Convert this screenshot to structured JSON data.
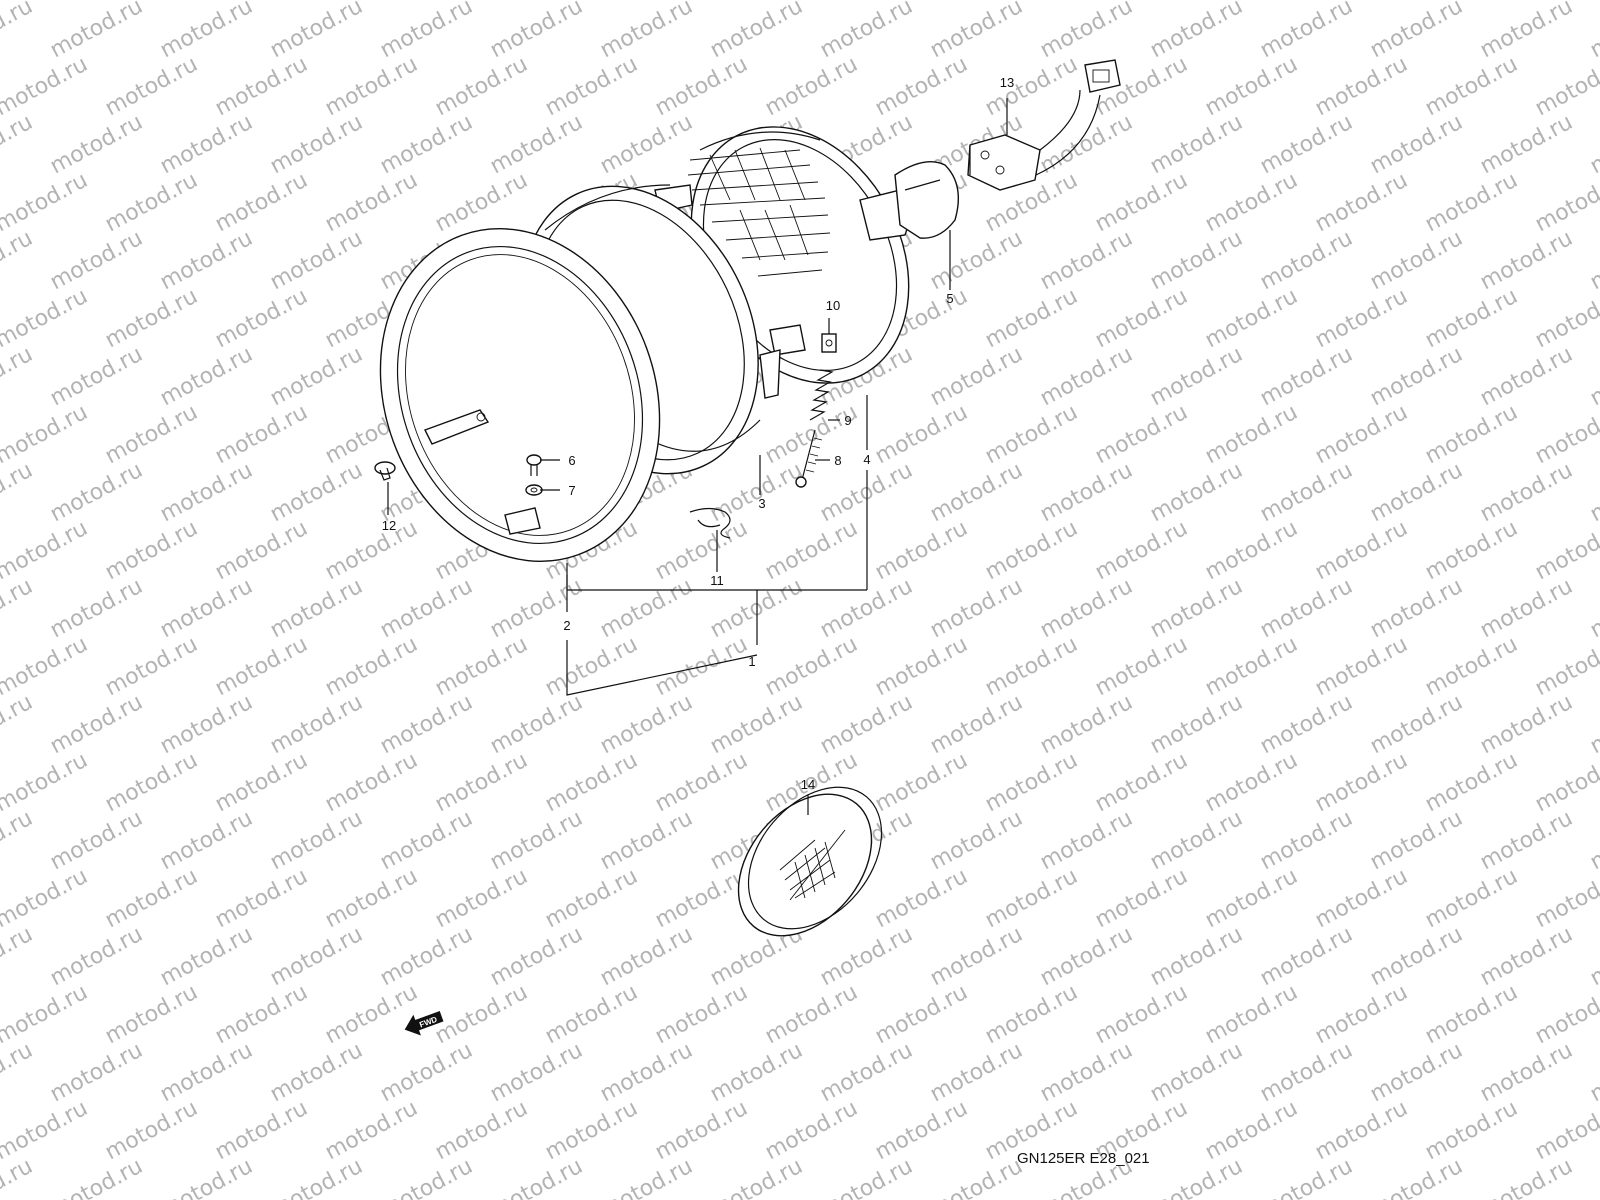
{
  "diagram": {
    "watermark_text": "motod.ru",
    "diagram_code": "GN125ER E28_021",
    "direction_arrow_label": "FWD",
    "callouts": [
      {
        "id": "part-1",
        "label": "1"
      },
      {
        "id": "part-2",
        "label": "2"
      },
      {
        "id": "part-3",
        "label": "3"
      },
      {
        "id": "part-4",
        "label": "4"
      },
      {
        "id": "part-5",
        "label": "5"
      },
      {
        "id": "part-6",
        "label": "6"
      },
      {
        "id": "part-7",
        "label": "7"
      },
      {
        "id": "part-8",
        "label": "8"
      },
      {
        "id": "part-9",
        "label": "9"
      },
      {
        "id": "part-10",
        "label": "10"
      },
      {
        "id": "part-11",
        "label": "11"
      },
      {
        "id": "part-12",
        "label": "12"
      },
      {
        "id": "part-13",
        "label": "13"
      },
      {
        "id": "part-14",
        "label": "14"
      }
    ]
  }
}
